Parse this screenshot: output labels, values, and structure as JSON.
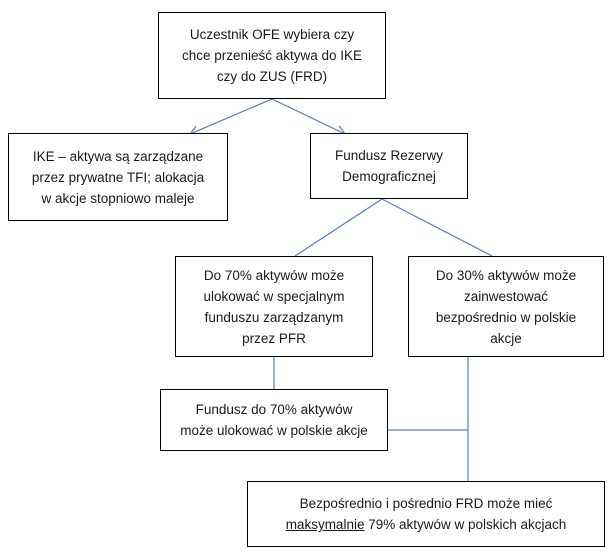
{
  "colors": {
    "connector": "#4f7fc3",
    "box_border": "#000000",
    "text": "#1a1a1a"
  },
  "boxes": {
    "root": [
      "Uczestnik OFE wybiera czy",
      "chce przenieść aktywa do IKE",
      "czy do ZUS (FRD)"
    ],
    "ike": [
      "IKE – aktywa są zarządzane",
      "przez prywatne TFI; alokacja",
      "w akcje stopniowo maleje"
    ],
    "frd": [
      "Fundusz Rezerwy",
      "Demograficznej"
    ],
    "seventy": [
      "Do 70% aktywów może",
      "ulokować w specjalnym",
      "funduszu zarządzanym",
      "przez PFR"
    ],
    "thirty": [
      "Do 30% aktywów może",
      "zainwestować",
      "bezpośrednio w polskie",
      "akcje"
    ],
    "fund": [
      "Fundusz do 70% aktywów",
      "może ulokować w polskie akcje"
    ],
    "total_line1": "Bezpośrednio i pośrednio FRD może mieć",
    "total_line2_underlined": "maksymalnie",
    "total_line2_rest": " 79% aktywów w polskich akcjach"
  }
}
